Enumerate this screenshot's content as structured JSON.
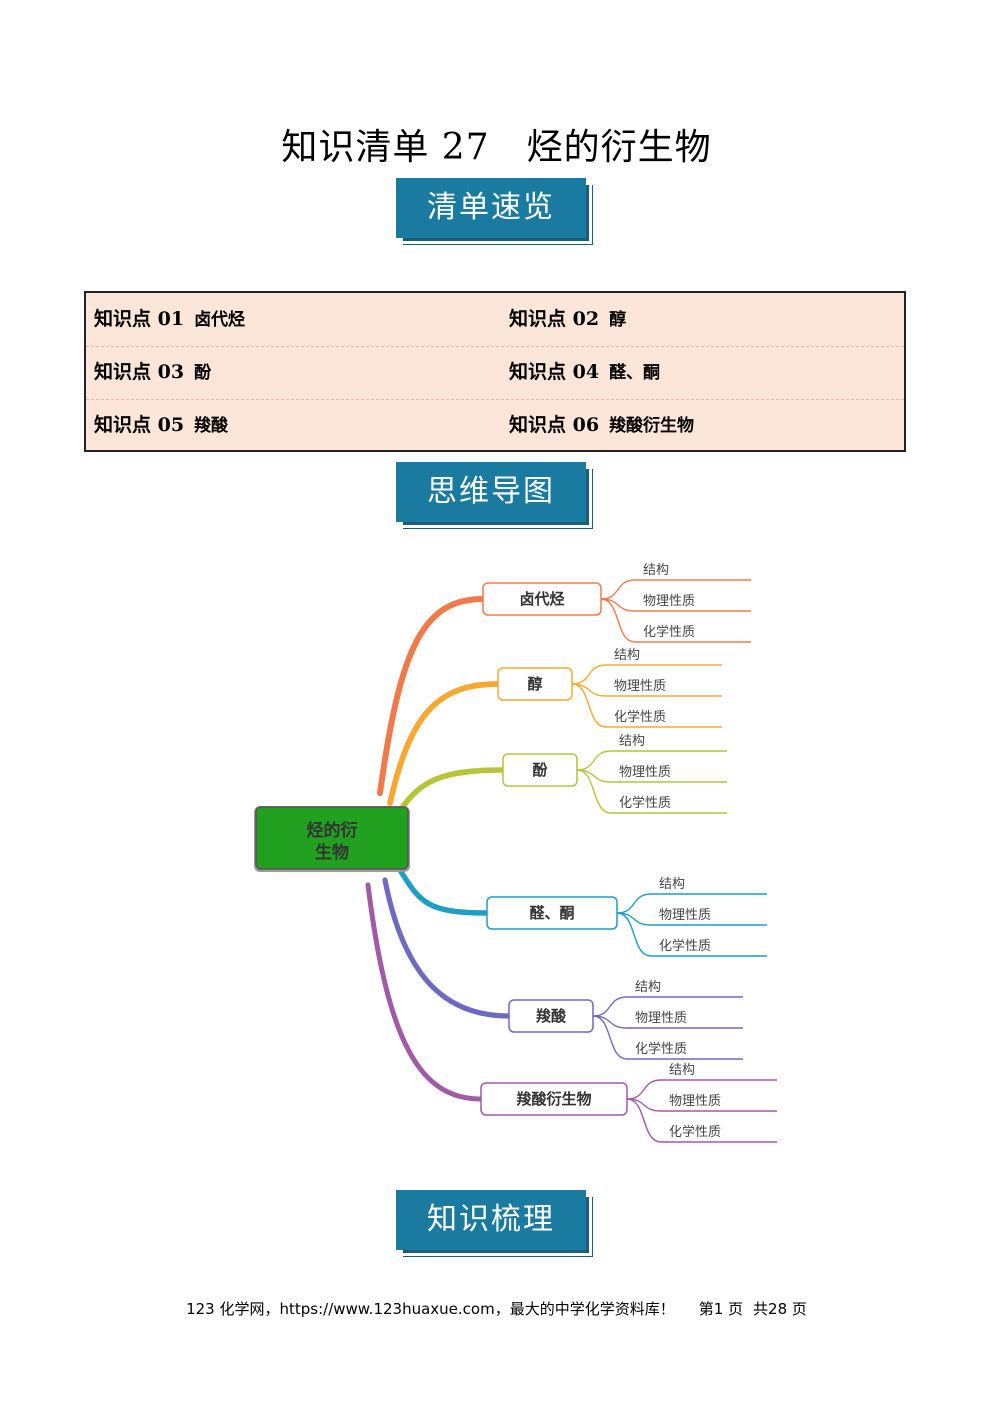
{
  "title": "知识清单 27　烃的衍生物",
  "sections": {
    "overview": "清单速览",
    "mindmap": "思维导图",
    "knowledge": "知识梳理"
  },
  "toc": [
    {
      "key": "知识点 01",
      "name": "卤代烃"
    },
    {
      "key": "知识点 02",
      "name": "醇"
    },
    {
      "key": "知识点 03",
      "name": "酚"
    },
    {
      "key": "知识点 04",
      "name": "醛、酮"
    },
    {
      "key": "知识点 05",
      "name": "羧酸"
    },
    {
      "key": "知识点 06",
      "name": "羧酸衍生物"
    }
  ],
  "mindmap": {
    "root": "烃的衍生物",
    "root_color": "#22a020",
    "branches": [
      {
        "name": "卤代烃",
        "color": "#f07a4a",
        "children": [
          "结构",
          "物理性质",
          "化学性质"
        ]
      },
      {
        "name": "醇",
        "color": "#f7a832",
        "children": [
          "结构",
          "物理性质",
          "化学性质"
        ]
      },
      {
        "name": "酚",
        "color": "#b6c43a",
        "children": [
          "结构",
          "物理性质",
          "化学性质"
        ]
      },
      {
        "name": "醛、酮",
        "color": "#1d9ec4",
        "children": [
          "结构",
          "物理性质",
          "化学性质"
        ]
      },
      {
        "name": "羧酸",
        "color": "#6e6ac2",
        "children": [
          "结构",
          "物理性质",
          "化学性质"
        ]
      },
      {
        "name": "羧酸衍生物",
        "color": "#a05aa6",
        "children": [
          "结构",
          "物理性质",
          "化学性质"
        ]
      }
    ]
  },
  "footer": {
    "site": "123 化学网，https://www.123huaxue.com，最大的中学化学资料库！",
    "page": "第1 页",
    "total": "共28 页"
  }
}
